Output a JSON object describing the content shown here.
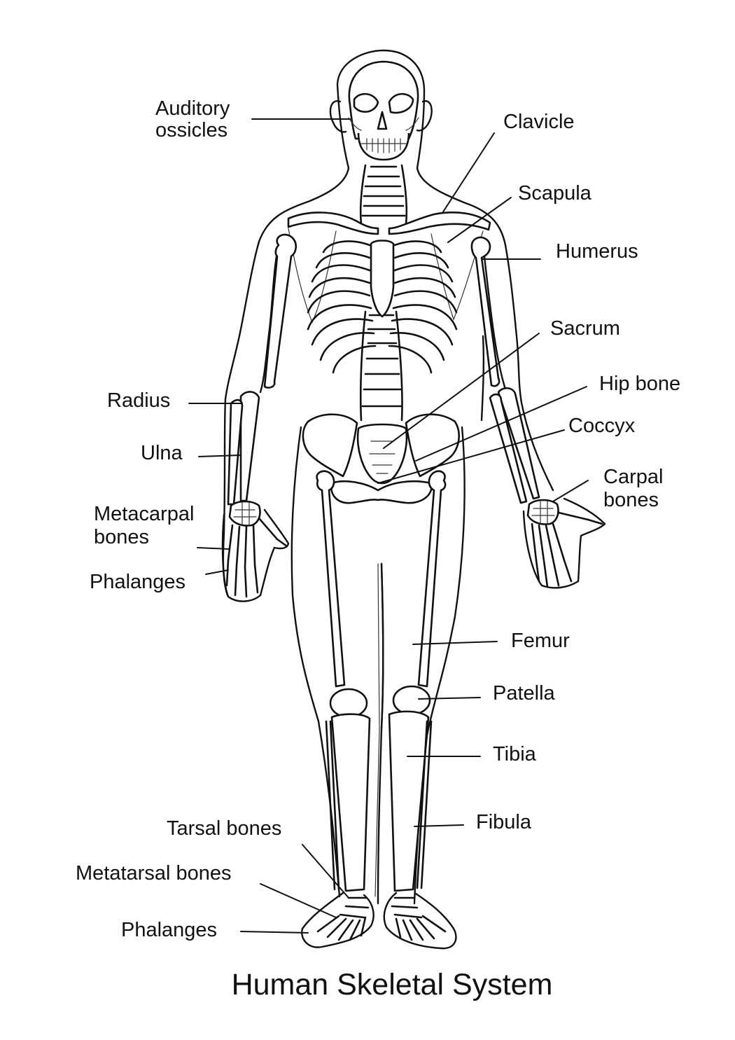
{
  "diagram": {
    "title": "Human Skeletal System",
    "labels": {
      "auditory_ossicles": [
        "Auditory",
        "ossicles"
      ],
      "clavicle": "Clavicle",
      "scapula": "Scapula",
      "humerus": "Humerus",
      "sacrum": "Sacrum",
      "hip_bone": "Hip bone",
      "coccyx": "Coccyx",
      "carpal_bones": [
        "Carpal",
        "bones"
      ],
      "radius": "Radius",
      "ulna": "Ulna",
      "metacarpal_bones": [
        "Metacarpal",
        "bones"
      ],
      "phalanges_hand": "Phalanges",
      "femur": "Femur",
      "patella": "Patella",
      "tibia": "Tibia",
      "fibula": "Fibula",
      "tarsal_bones": "Tarsal bones",
      "metatarsal_bones": "Metatarsal bones",
      "phalanges_foot": "Phalanges"
    }
  }
}
